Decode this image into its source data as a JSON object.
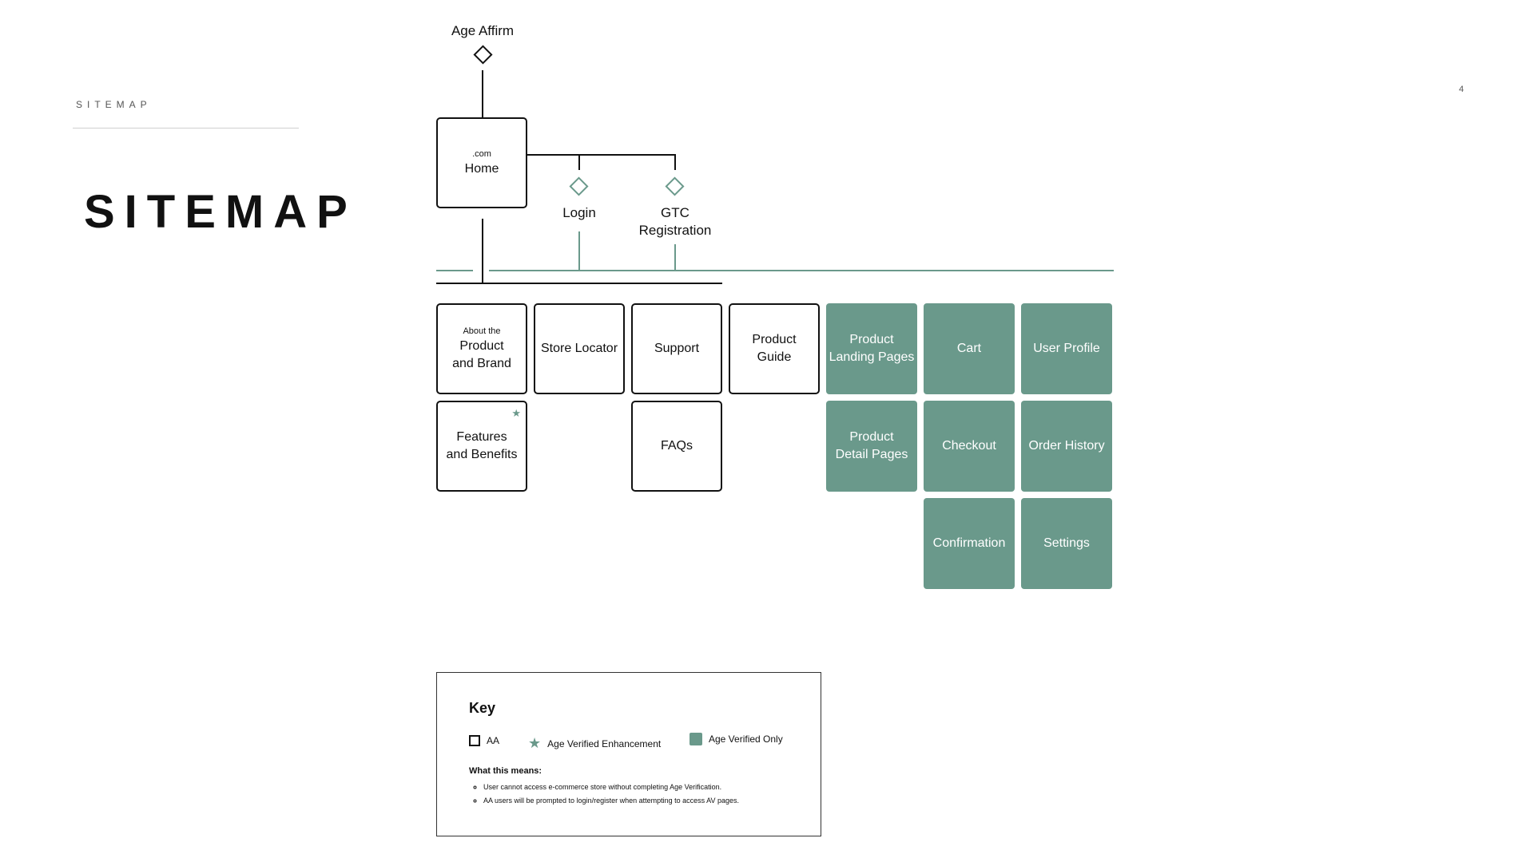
{
  "header": {
    "eyebrow": "SITEMAP",
    "page_number": "4",
    "title": "SITEMAP"
  },
  "diagram": {
    "age_affirm": "Age Affirm",
    "home": {
      "small": ".com",
      "label": "Home"
    },
    "login": "Login",
    "gtc": [
      "GTC",
      "Registration"
    ],
    "about": {
      "small": "About the",
      "line1": "Product",
      "line2": "and Brand"
    },
    "store_locator": "Store Locator",
    "support": "Support",
    "product_guide": [
      "Product",
      "Guide"
    ],
    "features": [
      "Features",
      "and Benefits"
    ],
    "faqs": "FAQs",
    "product_landing": [
      "Product",
      "Landing Pages"
    ],
    "cart": "Cart",
    "user_profile": "User Profile",
    "product_detail": [
      "Product",
      "Detail Pages"
    ],
    "checkout": "Checkout",
    "order_history": "Order History",
    "confirmation": "Confirmation",
    "settings": "Settings"
  },
  "key": {
    "title": "Key",
    "aa": "AA",
    "enhancement": "Age Verified Enhancement",
    "only": "Age Verified Only",
    "subtitle": "What this means:",
    "bullets": [
      "User cannot access e-commerce store without completing Age Verification.",
      "AA users will be prompted to login/register when attempting to access AV pages."
    ]
  },
  "colors": {
    "accent_green": "#6a998b",
    "ink": "#111111"
  }
}
